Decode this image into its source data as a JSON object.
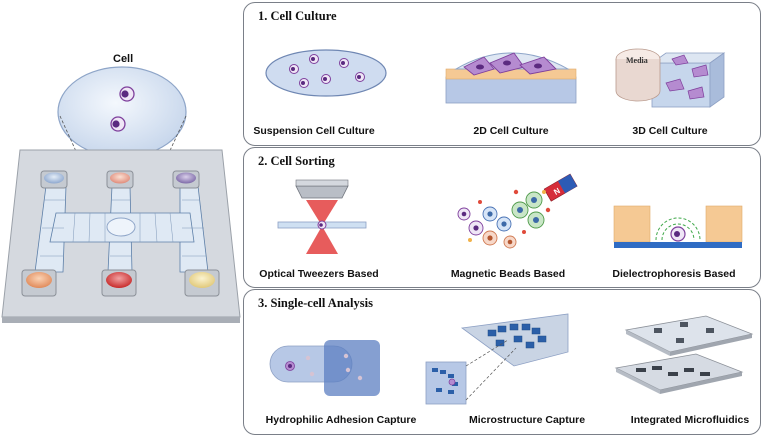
{
  "left": {
    "cell_label": "Cell"
  },
  "panels": [
    {
      "title": "1.  Cell Culture",
      "captions": [
        "Suspension Cell Culture",
        "2D Cell Culture",
        "3D Cell Culture"
      ],
      "media_label": "Media"
    },
    {
      "title": "2. Cell Sorting",
      "captions": [
        "Optical Tweezers Based",
        "Magnetic Beads Based",
        "Dielectrophoresis Based"
      ]
    },
    {
      "title": "3. Single-cell Analysis",
      "captions": [
        "Hydrophilic Adhesion Capture",
        "Microstructure Capture",
        "Integrated Microfluidics"
      ]
    }
  ],
  "colors": {
    "cell_membrane": "#7e3f9c",
    "cell_nucleus": "#5b2a80",
    "panel_border": "#7a7f88",
    "chip_base": "#cfd3d9"
  }
}
